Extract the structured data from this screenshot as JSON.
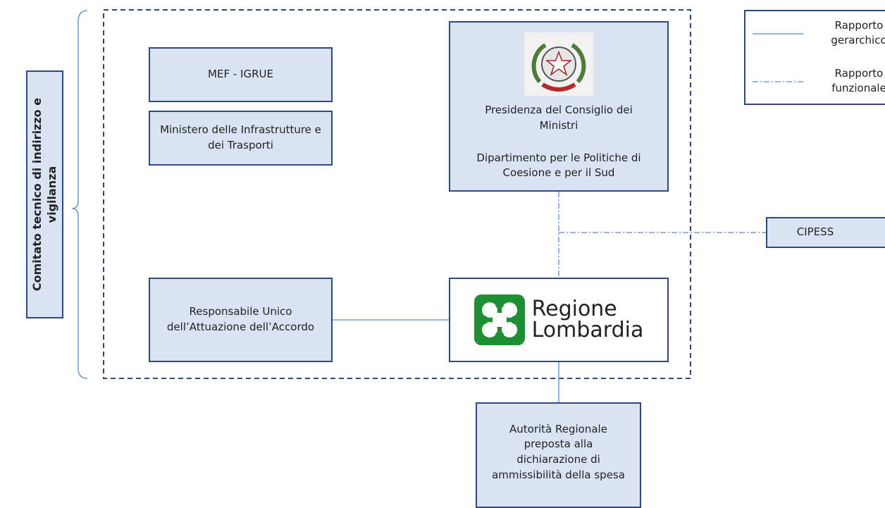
{
  "side_label": "Comitato tecnico di indirizzo e vigilanza",
  "boxes": {
    "mef": "MEF - IGRUE",
    "mit": "Ministero delle Infrastrutture e dei Trasporti",
    "presidenza": "Presidenza del Consiglio dei Ministri",
    "dipartimento": "Dipartimento per le Politiche di Coesione e per il Sud",
    "responsabile": "Responsabile Unico dell’Attuazione dell’Accordo",
    "cipess": "CIPESS",
    "autorita": "Autorità Regionale preposta alla dichiarazione di ammissibilità della spesa"
  },
  "regione": {
    "line1": "Regione",
    "line2": "Lombardia",
    "logo_color": "#1e8f32"
  },
  "legend": {
    "hierarchical": "Rapporto gerarchico",
    "functional": "Rapporto funzionale"
  },
  "colors": {
    "box_fill": "#dae3f3",
    "box_border": "#2f4a7a",
    "line": "#5b86c5"
  }
}
